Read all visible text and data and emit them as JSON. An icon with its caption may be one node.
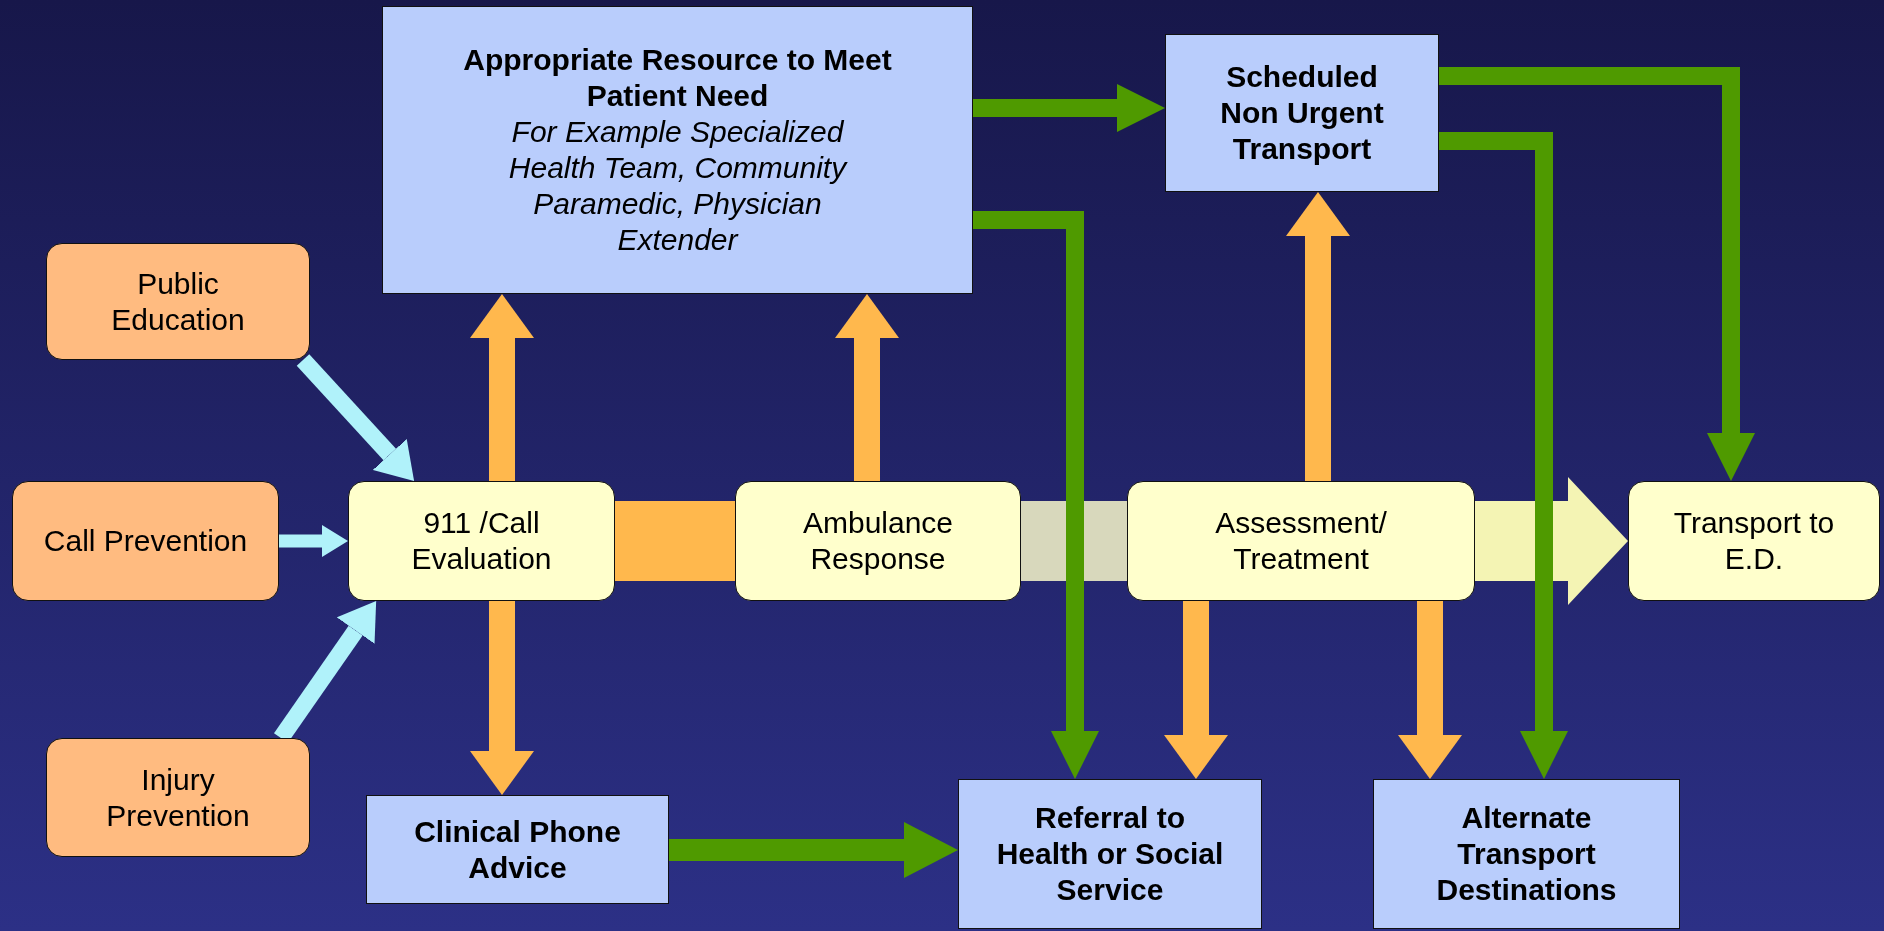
{
  "diagram": {
    "nodes": [
      {
        "text": [
          "Appropriate Resource to Meet Patient Need",
          "For Example Specialized Health Team, Community Paramedic, Physician Extender"
        ]
      },
      {
        "text": [
          "Scheduled Non Urgent Transport"
        ]
      },
      {
        "text": [
          "Public Education"
        ]
      },
      {
        "text": [
          "Call Prevention"
        ]
      },
      {
        "text": [
          "911 /Call Evaluation"
        ]
      },
      {
        "text": [
          "Ambulance Response"
        ]
      },
      {
        "text": [
          "Assessment/ Treatment"
        ]
      },
      {
        "text": [
          "Transport to E.D."
        ]
      },
      {
        "text": [
          "Injury Prevention"
        ]
      },
      {
        "text": [
          "Clinical Phone Advice"
        ]
      },
      {
        "text": [
          "Referral to Health or Social Service"
        ]
      },
      {
        "text": [
          "Alternate Transport Destinations"
        ]
      }
    ],
    "edges": [
      {
        "from": 2,
        "to": 4,
        "arrow": "to",
        "color": "#b0f2fa"
      },
      {
        "from": 3,
        "to": 4,
        "arrow": "to",
        "color": "#b0f2fa"
      },
      {
        "from": 8,
        "to": 4,
        "arrow": "to",
        "color": "#b0f2fa"
      },
      {
        "from": 4,
        "to": 0,
        "arrow": "to"
      },
      {
        "from": 5,
        "to": 0,
        "arrow": "to"
      },
      {
        "from": 6,
        "to": 1,
        "arrow": "to"
      },
      {
        "from": 4,
        "to": 9,
        "arrow": "to"
      },
      {
        "from": 6,
        "to": 10,
        "arrow": "to"
      },
      {
        "from": 6,
        "to": 11,
        "arrow": "to"
      },
      {
        "from": 0,
        "to": 1,
        "arrow": "to",
        "color": "#4f9a00"
      },
      {
        "from": 0,
        "to": 10,
        "arrow": "to",
        "color": "#4f9a00"
      },
      {
        "from": 1,
        "to": 7,
        "arrow": "to",
        "color": "#4f9a00"
      },
      {
        "from": 1,
        "to": 11,
        "arrow": "to",
        "color": "#4f9a00"
      },
      {
        "from": 9,
        "to": 10,
        "arrow": "to",
        "color": "#4f9a00"
      },
      {
        "from": 4,
        "to": 5,
        "arrow": "none",
        "style": "thick"
      },
      {
        "from": 5,
        "to": 6,
        "arrow": "none",
        "style": "thick",
        "color": "#d8d8bc"
      },
      {
        "from": 6,
        "to": 7,
        "arrow": "to",
        "style": "thick",
        "color": "#f4f4b4"
      }
    ]
  }
}
